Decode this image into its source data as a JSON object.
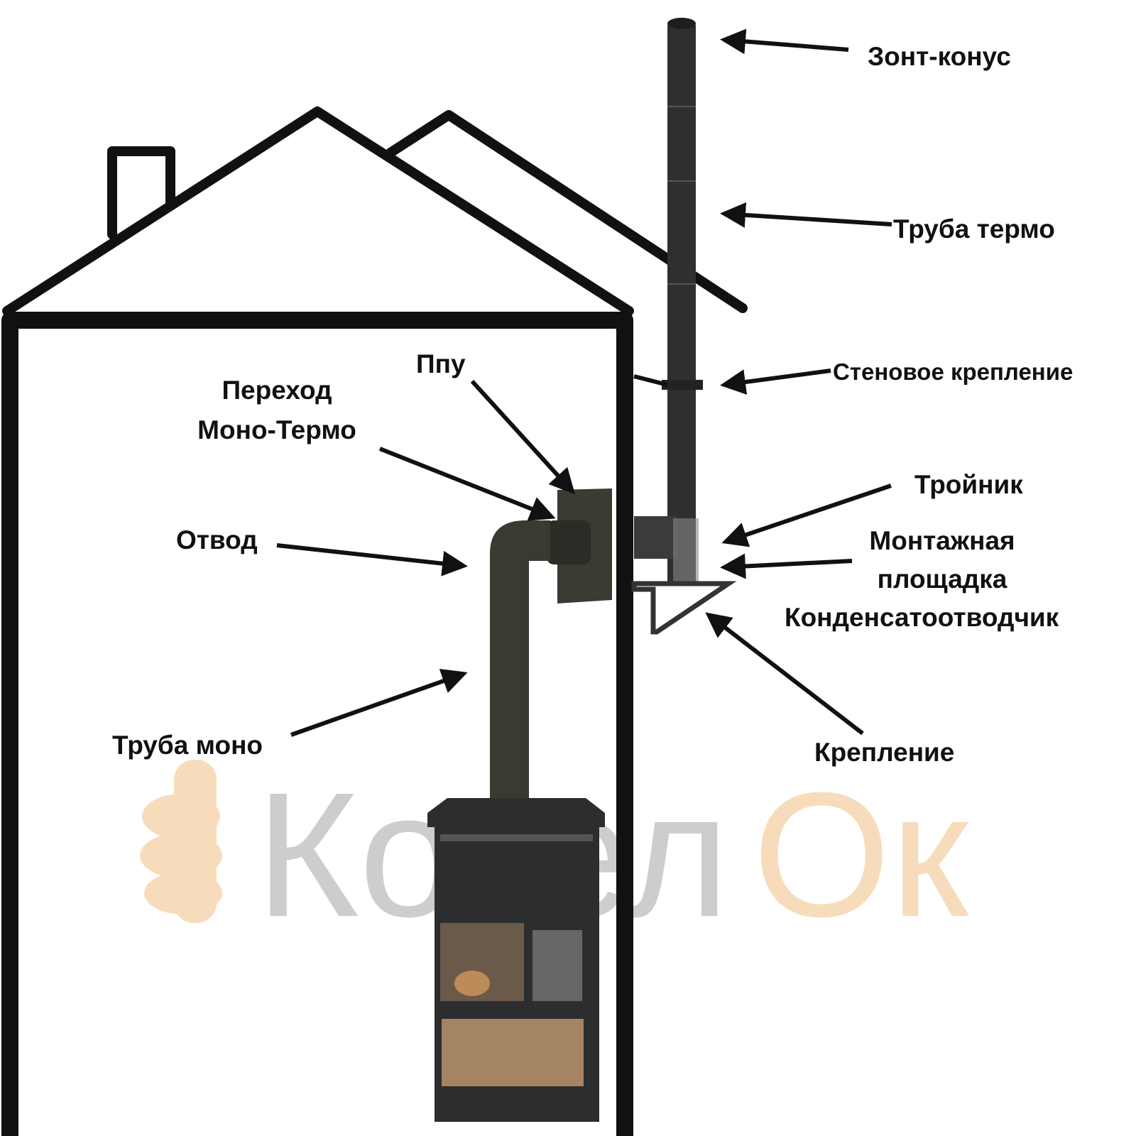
{
  "watermark": {
    "text_left": "Котел",
    "text_right": "Ок",
    "color_left": "#c8c8c8",
    "color_right": "#f7d9b5"
  },
  "labels": {
    "umbrella_cone": "Зонт-конус",
    "thermo_pipe": "Труба термо",
    "wall_mount": "Стеновое крепление",
    "tee": "Тройник",
    "mount_platform_line1": "Монтажная",
    "mount_platform_line2": "площадка",
    "condensate_trap": "Конденсатоотводчик",
    "bracket": "Крепление",
    "ppu": "Ппу",
    "adapter_line1": "Переход",
    "adapter_line2": "Моно-Термо",
    "elbow": "Отвод",
    "mono_pipe": "Труба моно"
  },
  "colors": {
    "outline": "#111111",
    "pipe": "#3a3a32",
    "stove": "#2b2d2f"
  }
}
